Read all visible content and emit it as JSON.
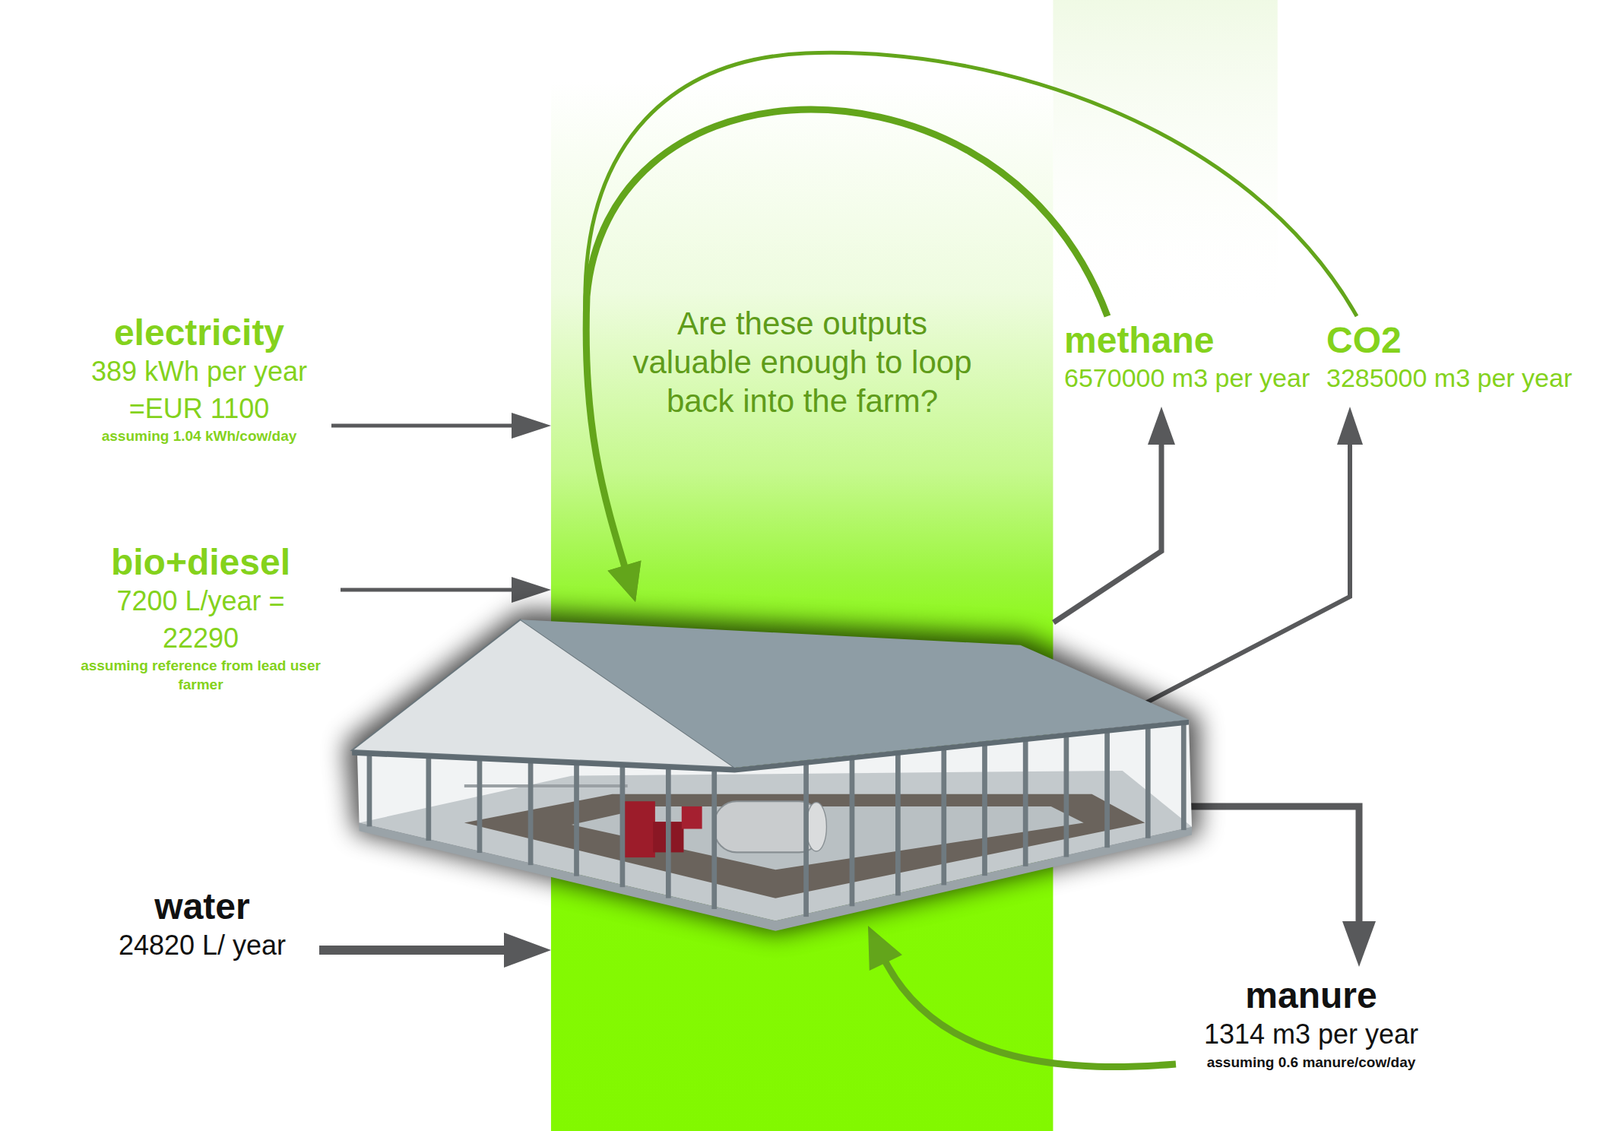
{
  "diagram": {
    "nodes": [
      {
        "text": [
          "electricity",
          "389 kWh per year =EUR 1100",
          "assuming 1.04 kWh/cow/day"
        ]
      },
      {
        "text": [
          "bio+diesel",
          "7200 L/year = 22290",
          "assuming reference from lead user farmer"
        ]
      },
      {
        "text": [
          "water",
          "24820 L/ year"
        ]
      },
      {
        "text": [
          "Are these outputs valuable enough to loop back into the farm?"
        ]
      },
      {
        "text": [
          "methane",
          "6570000 m3 per year"
        ]
      },
      {
        "text": [
          "CO2",
          "3285000 m3 per year"
        ]
      },
      {
        "text": [
          "manure",
          "1314 m3 per year",
          "assuming 0.6 manure/cow/day"
        ]
      }
    ],
    "edges": [
      {
        "from": 0,
        "to": 3,
        "arrow": "to"
      },
      {
        "from": 1,
        "to": 3,
        "arrow": "to"
      },
      {
        "from": 2,
        "to": 3,
        "arrow": "to"
      },
      {
        "from": 3,
        "to": 4,
        "arrow": "to"
      },
      {
        "from": 3,
        "to": 5,
        "arrow": "to"
      },
      {
        "from": 3,
        "to": 6,
        "arrow": "to"
      },
      {
        "from": 4,
        "to": 3,
        "arrow": "to"
      },
      {
        "from": 5,
        "to": 3,
        "arrow": "to"
      },
      {
        "from": 6,
        "to": 3,
        "arrow": "to"
      }
    ]
  }
}
